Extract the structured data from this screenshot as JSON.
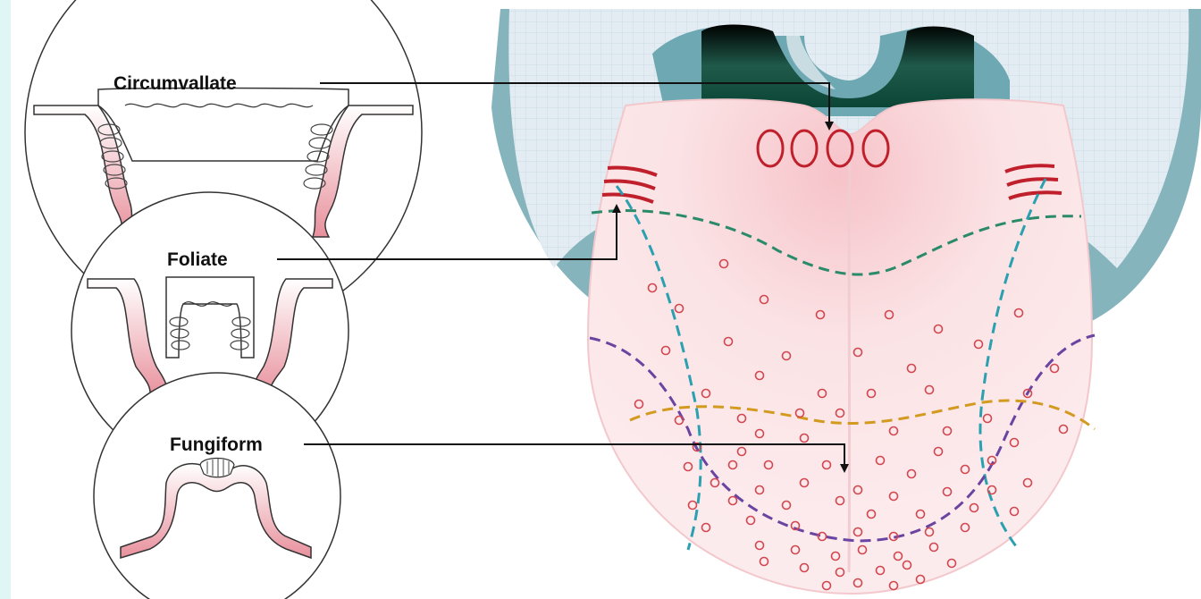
{
  "labels": {
    "circumvallate": "Circumvallate",
    "foliate": "Foliate",
    "fungiform": "Fungiform"
  },
  "colors": {
    "left_strip": "#dff6f4",
    "head_light": "#dfeaf0",
    "head_shadow": "#86b4bd",
    "pharynx": "#0d4c3a",
    "tongue": "#fbe1e3",
    "tongue_center": "#f5bcc3",
    "papilla_red": "#c0202c",
    "tissue_pink": "#f2b3bb",
    "border_green": "#2a8a6a",
    "border_cyan": "#2aa0b0",
    "border_purple": "#6a44a0",
    "border_orange": "#d39a20"
  },
  "icons": [
    "magnifier-circle-icon",
    "leader-arrow-icon"
  ]
}
